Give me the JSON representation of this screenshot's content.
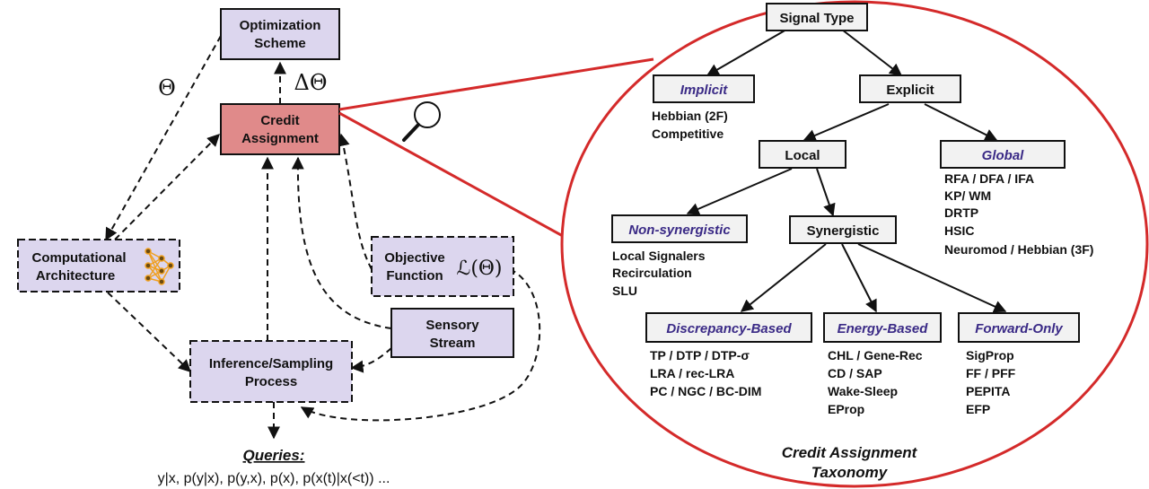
{
  "colors": {
    "box_fill": "#dcd6ee",
    "credit_fill": "#e08a8a",
    "circle_stroke": "#d42a2a",
    "node_fill": "#f2f2f2",
    "italic_text": "#3a2a86",
    "network_icon": "#f0a020"
  },
  "left": {
    "optimization": [
      "Optimization",
      "Scheme"
    ],
    "credit": [
      "Credit",
      "Assignment"
    ],
    "computational": [
      "Computational",
      "Architecture"
    ],
    "objective": [
      "Objective",
      "Function"
    ],
    "objective_math": "ℒ(Θ)",
    "sensory": [
      "Sensory",
      "Stream"
    ],
    "inference": [
      "Inference/Sampling",
      "Process"
    ],
    "theta_label": "Θ",
    "delta_theta_label": "ΔΘ",
    "queries_title": "Queries:",
    "queries_text": "y|x, p(y|x), p(y,x), p(x), p(x(t)|x(<t)) ..."
  },
  "taxonomy": {
    "signal_type": "Signal Type",
    "implicit": "Implicit",
    "explicit": "Explicit",
    "local": "Local",
    "global": "Global",
    "non_synergistic": "Non-synergistic",
    "synergistic": "Synergistic",
    "discrepancy": "Discrepancy-Based",
    "energy": "Energy-Based",
    "forward": "Forward-Only",
    "implicit_list": [
      "Hebbian (2F)",
      "Competitive"
    ],
    "global_list": [
      "RFA / DFA / IFA",
      "KP/ WM",
      "DRTP",
      "HSIC",
      "Neuromod / Hebbian (3F)"
    ],
    "non_synergistic_list": [
      "Local Signalers",
      "Recirculation",
      "SLU"
    ],
    "discrepancy_list": [
      "TP / DTP / DTP-σ",
      "LRA / rec-LRA",
      "PC / NGC / BC-DIM"
    ],
    "energy_list": [
      "CHL / Gene-Rec",
      "CD / SAP",
      "Wake-Sleep",
      "EProp"
    ],
    "forward_list": [
      "SigProp",
      "FF / PFF",
      "PEPITA",
      "EFP"
    ],
    "caption": [
      "Credit Assignment",
      "Taxonomy"
    ]
  }
}
